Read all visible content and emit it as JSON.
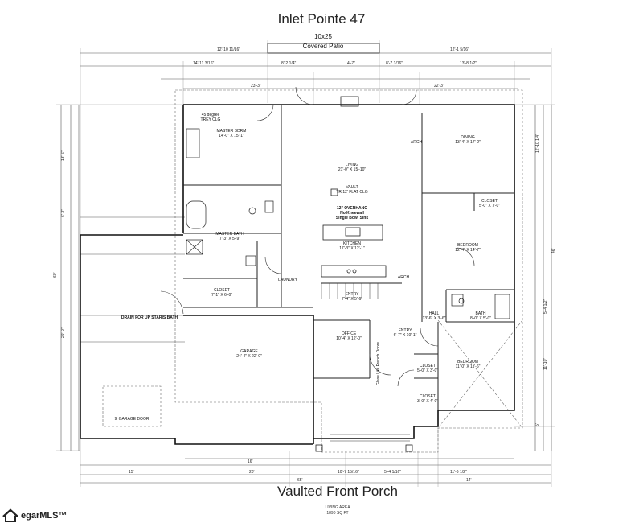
{
  "header": {
    "title": "Inlet Pointe 47"
  },
  "patio": {
    "size": "10x25",
    "label": "Covered Patio"
  },
  "footer": {
    "porch_label": "Vaulted Front Porch",
    "area_line1": "LIVING AREA",
    "area_line2": "1890 SQ FT",
    "mls_text": "egarMLS™"
  },
  "rooms": {
    "master_bdrm": {
      "name": "MASTER BDRM",
      "dims": "14'-0\" X 15'-1\""
    },
    "trey_ceiling": {
      "line1": "45 degree",
      "line2": "TREY CLG"
    },
    "living": {
      "name": "LIVING",
      "dims": "21'-0\" X 15'-10\""
    },
    "vault": {
      "line1": "VAULT",
      "line2": "TR 12' FLAT CLG"
    },
    "dining": {
      "name": "DINING",
      "dims": "13'-4\" X 17'-2\""
    },
    "arch_top": "ARCH",
    "closet_right": {
      "name": "CLOSET",
      "dims": "5'-0\" X 7'-0\""
    },
    "bedroom_right": {
      "name": "BEDROOM",
      "dims": "12'-4\" X 14'-7\""
    },
    "overhang": {
      "line1": "12\" OVERHANG",
      "line2": "No Kneewall",
      "line3": "Single Bowl Sink"
    },
    "master_bath": {
      "name": "MASTER BATH",
      "dims": "7'-3\" X 5'-9\""
    },
    "kitchen": {
      "name": "KITCHEN",
      "dims": "17'-3\" X 12'-1\""
    },
    "closet_left": {
      "name": "CLOSET",
      "dims": "7'-1\" X 6'-0\""
    },
    "laundry": {
      "name": "LAUNDRY"
    },
    "arch_mid": "ARCH",
    "entry_top": {
      "name": "ENTRY",
      "dims": "7'-4\" X 5'-6\""
    },
    "hall": {
      "name": "HALL",
      "dims": "13'-6\" X 3'-6\""
    },
    "bath": {
      "name": "BATH",
      "dims": "8'-0\" X 5'-0\""
    },
    "office": {
      "name": "OFFICE",
      "dims": "10'-4\" X 12'-0\""
    },
    "entry_low": {
      "name": "ENTRY",
      "dims": "6'-7\" X 10'-1\""
    },
    "bedroom_low": {
      "name": "BEDROOM",
      "dims": "11'-0\" X 11'-6\""
    },
    "closet_low1": {
      "name": "CLOSET",
      "dims": "5'-0\" X 3'-0\""
    },
    "closet_low2": {
      "name": "CLOSET",
      "dims": "3'-0\" X 4'-0\""
    },
    "garage": {
      "name": "GARAGE",
      "dims": "24'-4\" X 22'-0\""
    },
    "garage_door": "9' GARAGE DOOR",
    "drain_note": "DRAIN FOR UP STARIS BATH",
    "french_doors": "Glass Lite French Doors"
  },
  "dimensions": {
    "top": [
      "12'-10 11/16\"",
      "12'-1 5/16\"",
      "14'-11 3/16\"",
      "8'-2 1/4\"",
      "4'-7\"",
      "8'-7 1/16\"",
      "13'-8 1/2\"",
      "23'-3\"",
      "22'-3\""
    ],
    "bottom": [
      "15'",
      "20'",
      "16'",
      "10'-7 15/16\"",
      "5'-4 1/16\"",
      "11'-6 1/2\"",
      "65'",
      "14'"
    ],
    "left": [
      "13'-6\"",
      "6'-3\"",
      "60'",
      "29'-9\""
    ],
    "right": [
      "12'-10 1/4\"",
      "46'",
      "5'-4 1/2\"",
      "11'-10\"",
      "5'"
    ]
  },
  "colors": {
    "line": "#1a1a1a",
    "dim_line": "#444444",
    "background": "#ffffff"
  }
}
